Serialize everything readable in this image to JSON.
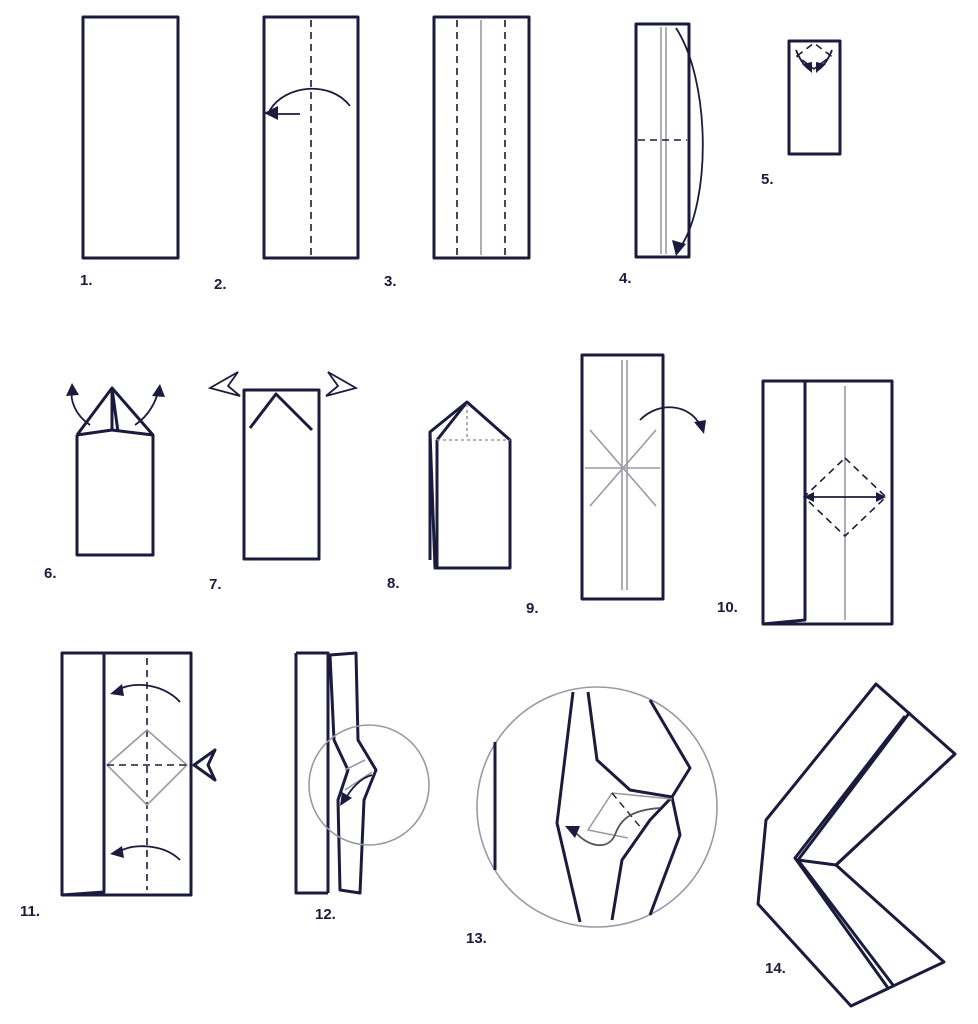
{
  "title": "Origami folding steps",
  "steps": [
    {
      "label": "1."
    },
    {
      "label": "2."
    },
    {
      "label": "3."
    },
    {
      "label": "4."
    },
    {
      "label": "5."
    },
    {
      "label": "6."
    },
    {
      "label": "7."
    },
    {
      "label": "8."
    },
    {
      "label": "9."
    },
    {
      "label": "10."
    },
    {
      "label": "11."
    },
    {
      "label": "12."
    },
    {
      "label": "13."
    },
    {
      "label": "14."
    }
  ],
  "colors": {
    "line": "#1b1b3d",
    "crease": "#9a9aa5",
    "background": "#ffffff"
  }
}
